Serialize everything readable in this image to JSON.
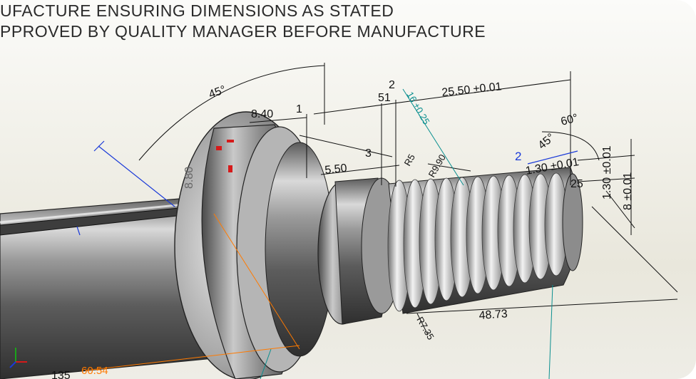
{
  "drawing": {
    "notes": [
      "UFACTURE ENSURING DIMENSIONS AS STATED",
      "PPROVED BY QUALITY MANAGER BEFORE MANUFACTURE"
    ],
    "dimensions": {
      "angle_45": "45°",
      "d_8_40": "8.40",
      "d_1": "1",
      "d_2": "2",
      "d_51": "51",
      "d_25_50_tol": "25.50 ±0.01",
      "d_3": "3",
      "d_5_50": "5.50",
      "d_r5": "R5",
      "d_r9_90": "R9.90",
      "d_60deg": "60°",
      "d_45deg_small": "45°",
      "d_blue_2": "2",
      "d_1_30_tol_a": "1.30 ±0.01",
      "d_1_30_tol_b": "1.30 ±0.01",
      "d_8_tol": "8 ±0.01",
      "d_25": "25",
      "d_48_73": "48.73",
      "d_r7_35": "R7.35",
      "d_60_54": "60.54",
      "d_135": "135",
      "d_8_80": "8.80",
      "d_teal_16": "16 ±0.25"
    }
  },
  "colors": {
    "dimension_black": "#111111",
    "dimension_blue": "#1a3ad8",
    "dimension_red": "#d61a1a",
    "dimension_orange": "#ff7a00",
    "dimension_teal": "#0a8f8f"
  }
}
